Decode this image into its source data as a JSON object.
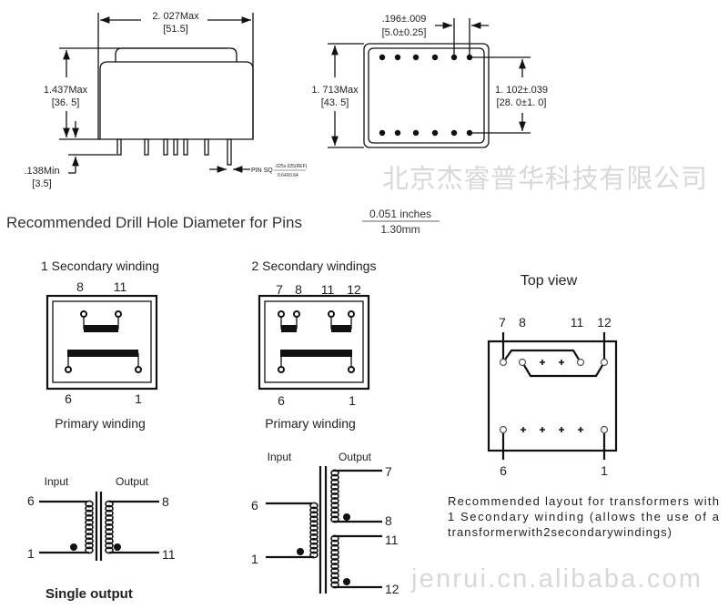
{
  "side_view": {
    "width_in": "2. 027Max",
    "width_mm": "[51.5]",
    "height_in": "1.437Max",
    "height_mm": "[36. 5]",
    "pin_len_in": ".138Min",
    "pin_len_mm": "[3.5]",
    "pin_sq_label": "PIN SQ",
    "pin_sq_in": ".025x.025(REF)",
    "pin_sq_mm": "0.64X0.64"
  },
  "bottom_view": {
    "pitch_in": ".196±.009",
    "pitch_mm": "[5.0±0.25]",
    "depth_in": "1. 713Max",
    "depth_mm": "[43. 5]",
    "row_in": "1. 102±.039",
    "row_mm": "[28. 0±1. 0]"
  },
  "drill": {
    "label": "Recommended Drill Hole Diameter for Pins",
    "inches": "0.051 inches",
    "mm": "1.30mm"
  },
  "single_winding": {
    "title": "1 Secondary winding",
    "top_pins": [
      "8",
      "11"
    ],
    "bottom_pins": [
      "6",
      "1"
    ],
    "caption": "Primary winding"
  },
  "dual_winding": {
    "title": "2 Secondary windings",
    "top_pins": [
      "7",
      "8",
      "11",
      "12"
    ],
    "bottom_pins": [
      "6",
      "1"
    ],
    "caption": "Primary winding"
  },
  "top_view": {
    "title": "Top view",
    "top_pins": [
      "7",
      "8",
      "11",
      "12"
    ],
    "bottom_pins": [
      "6",
      "1"
    ],
    "note": [
      "Recommended layout for transformers with",
      "1 Secondary winding (allows the use of a",
      "transformerwith2secondarywindings)"
    ]
  },
  "schematic_single": {
    "input": "Input",
    "output": "Output",
    "pins": [
      "6",
      "1",
      "8",
      "11"
    ],
    "caption": "Single output"
  },
  "schematic_dual": {
    "input": "Input",
    "output": "Output",
    "pins": [
      "6",
      "1",
      "7",
      "8",
      "11",
      "12"
    ]
  },
  "watermark": {
    "company": "北京杰睿普华科技有限公司",
    "url": "jenrui.cn.alibaba.com"
  }
}
